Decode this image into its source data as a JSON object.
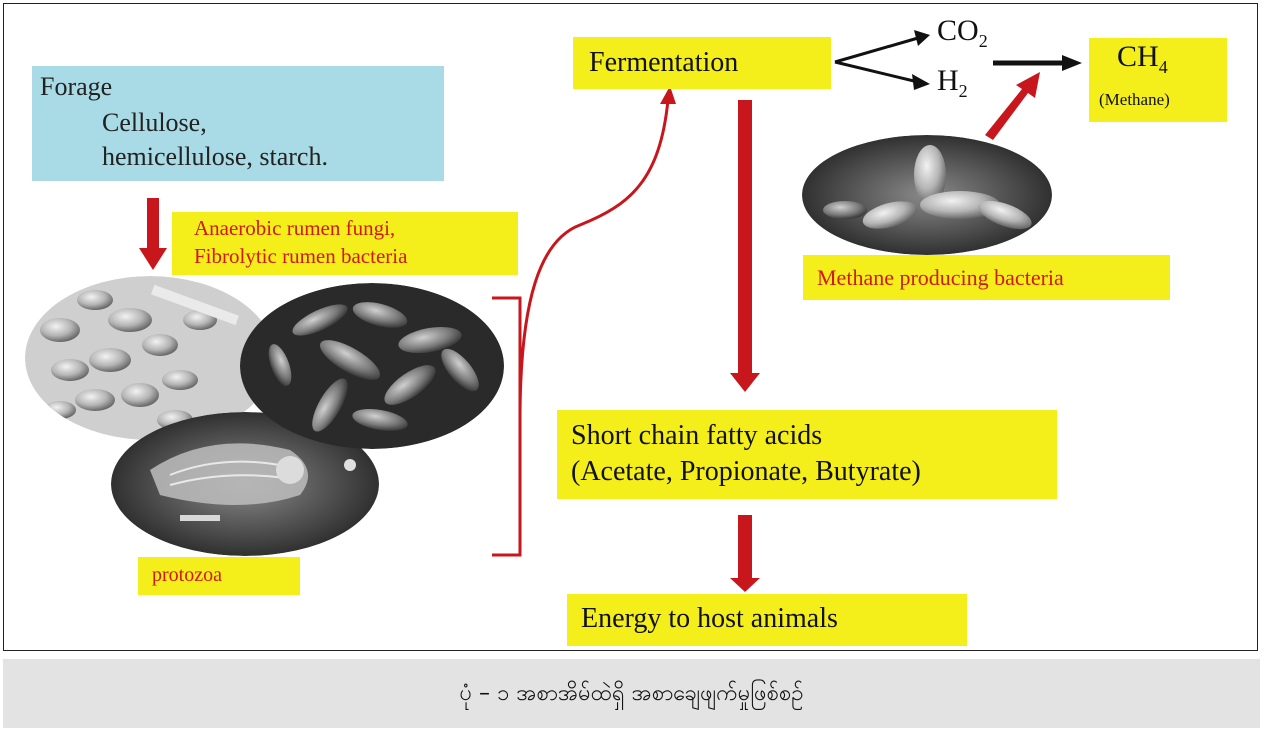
{
  "forage": {
    "line1": "Forage",
    "line2": "Cellulose,",
    "line3": "hemicellulose, starch."
  },
  "microbes": {
    "line1": "Anaerobic rumen fungi,",
    "line2": "Fibrolytic rumen bacteria"
  },
  "protozoa_label": "protozoa",
  "fermentation_label": "Fermentation",
  "co2": {
    "base": "CO",
    "sub": "2"
  },
  "h2": {
    "base": "H",
    "sub": "2"
  },
  "ch4": {
    "base": "CH",
    "sub": "4",
    "note": "(Methane)"
  },
  "methane_bacteria_label": "Methane producing bacteria",
  "scfa": {
    "line1": "Short chain fatty acids",
    "line2": "(Acetate, Propionate, Butyrate)"
  },
  "energy_label": "Energy to host animals",
  "caption": "ပုံ – ၁  အစာအိမ်ထဲရှိ အစာချေဖျက်မှုဖြစ်စဉ်",
  "colors": {
    "highlight": "#f4ee1a",
    "forage_box": "#a9dbe6",
    "arrow_red": "#c8161d",
    "red_text": "#d01a1a"
  }
}
